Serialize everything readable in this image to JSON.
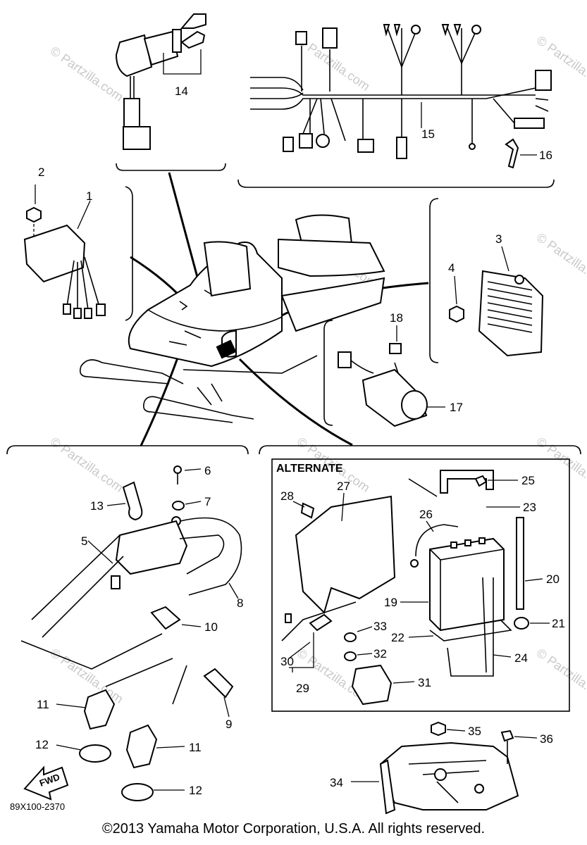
{
  "diagram": {
    "drawing_number": "89X100-2370",
    "alternate_label": "ALTERNATE",
    "fwd_label": "FWD",
    "watermark": "© Partzilla.com",
    "copyright": "©2013 Yamaha Motor Corporation, U.S.A. All rights reserved."
  },
  "callouts": {
    "c1": "1",
    "c2": "2",
    "c3": "3",
    "c4": "4",
    "c5": "5",
    "c6": "6",
    "c7": "7",
    "c8": "8",
    "c9": "9",
    "c10": "10",
    "c11a": "11",
    "c11b": "11",
    "c12a": "12",
    "c12b": "12",
    "c13": "13",
    "c14": "14",
    "c15": "15",
    "c16": "16",
    "c17": "17",
    "c18": "18",
    "c19": "19",
    "c20": "20",
    "c21": "21",
    "c22": "22",
    "c23": "23",
    "c24": "24",
    "c25": "25",
    "c26": "26",
    "c27": "27",
    "c28": "28",
    "c29": "29",
    "c30": "30",
    "c31": "31",
    "c32": "32",
    "c33": "33",
    "c34": "34",
    "c35": "35",
    "c36": "36"
  }
}
